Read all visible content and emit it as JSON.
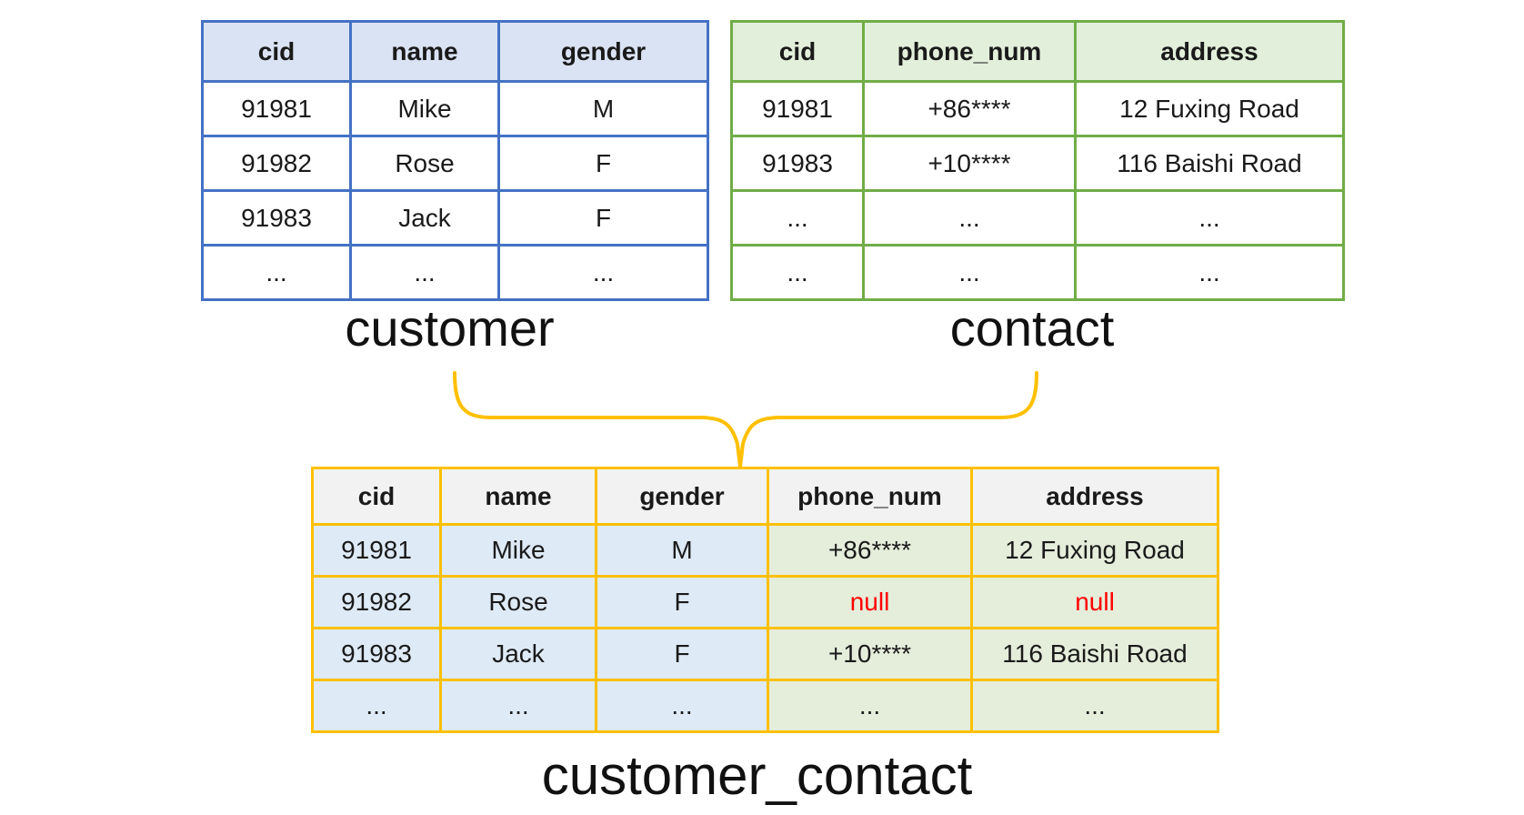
{
  "null_literal": "null",
  "colors": {
    "blue_border": "#4472C4",
    "blue_fill": "#DAE3F3",
    "green_border": "#70AD47",
    "green_fill": "#E2EFDA",
    "joined_border": "#FFC000",
    "joined_header_fill": "#F2F2F2",
    "joined_blue_cell": "#DEEAF6",
    "joined_green_cell": "#E5EDDB",
    "null_color": "#FF0000",
    "brace_color": "#FFC000"
  },
  "tables": {
    "customer": {
      "title": "customer",
      "columns": [
        "cid",
        "name",
        "gender"
      ],
      "rows": [
        [
          "91981",
          "Mike",
          "M"
        ],
        [
          "91982",
          "Rose",
          "F"
        ],
        [
          "91983",
          "Jack",
          "F"
        ],
        [
          "...",
          "...",
          "..."
        ]
      ]
    },
    "contact": {
      "title": "contact",
      "columns": [
        "cid",
        "phone_num",
        "address"
      ],
      "rows": [
        [
          "91981",
          "+86****",
          "12 Fuxing Road"
        ],
        [
          "91983",
          "+10****",
          "116 Baishi Road"
        ],
        [
          "...",
          "...",
          "..."
        ],
        [
          "...",
          "...",
          "..."
        ]
      ]
    },
    "customer_contact": {
      "title": "customer_contact",
      "columns": [
        "cid",
        "name",
        "gender",
        "phone_num",
        "address"
      ],
      "col_sources": [
        "customer",
        "customer",
        "customer",
        "contact",
        "contact"
      ],
      "rows": [
        [
          "91981",
          "Mike",
          "M",
          "+86****",
          "12 Fuxing Road"
        ],
        [
          "91982",
          "Rose",
          "F",
          "null",
          "null"
        ],
        [
          "91983",
          "Jack",
          "F",
          "+10****",
          "116 Baishi Road"
        ],
        [
          "...",
          "...",
          "...",
          "...",
          "..."
        ]
      ]
    }
  }
}
